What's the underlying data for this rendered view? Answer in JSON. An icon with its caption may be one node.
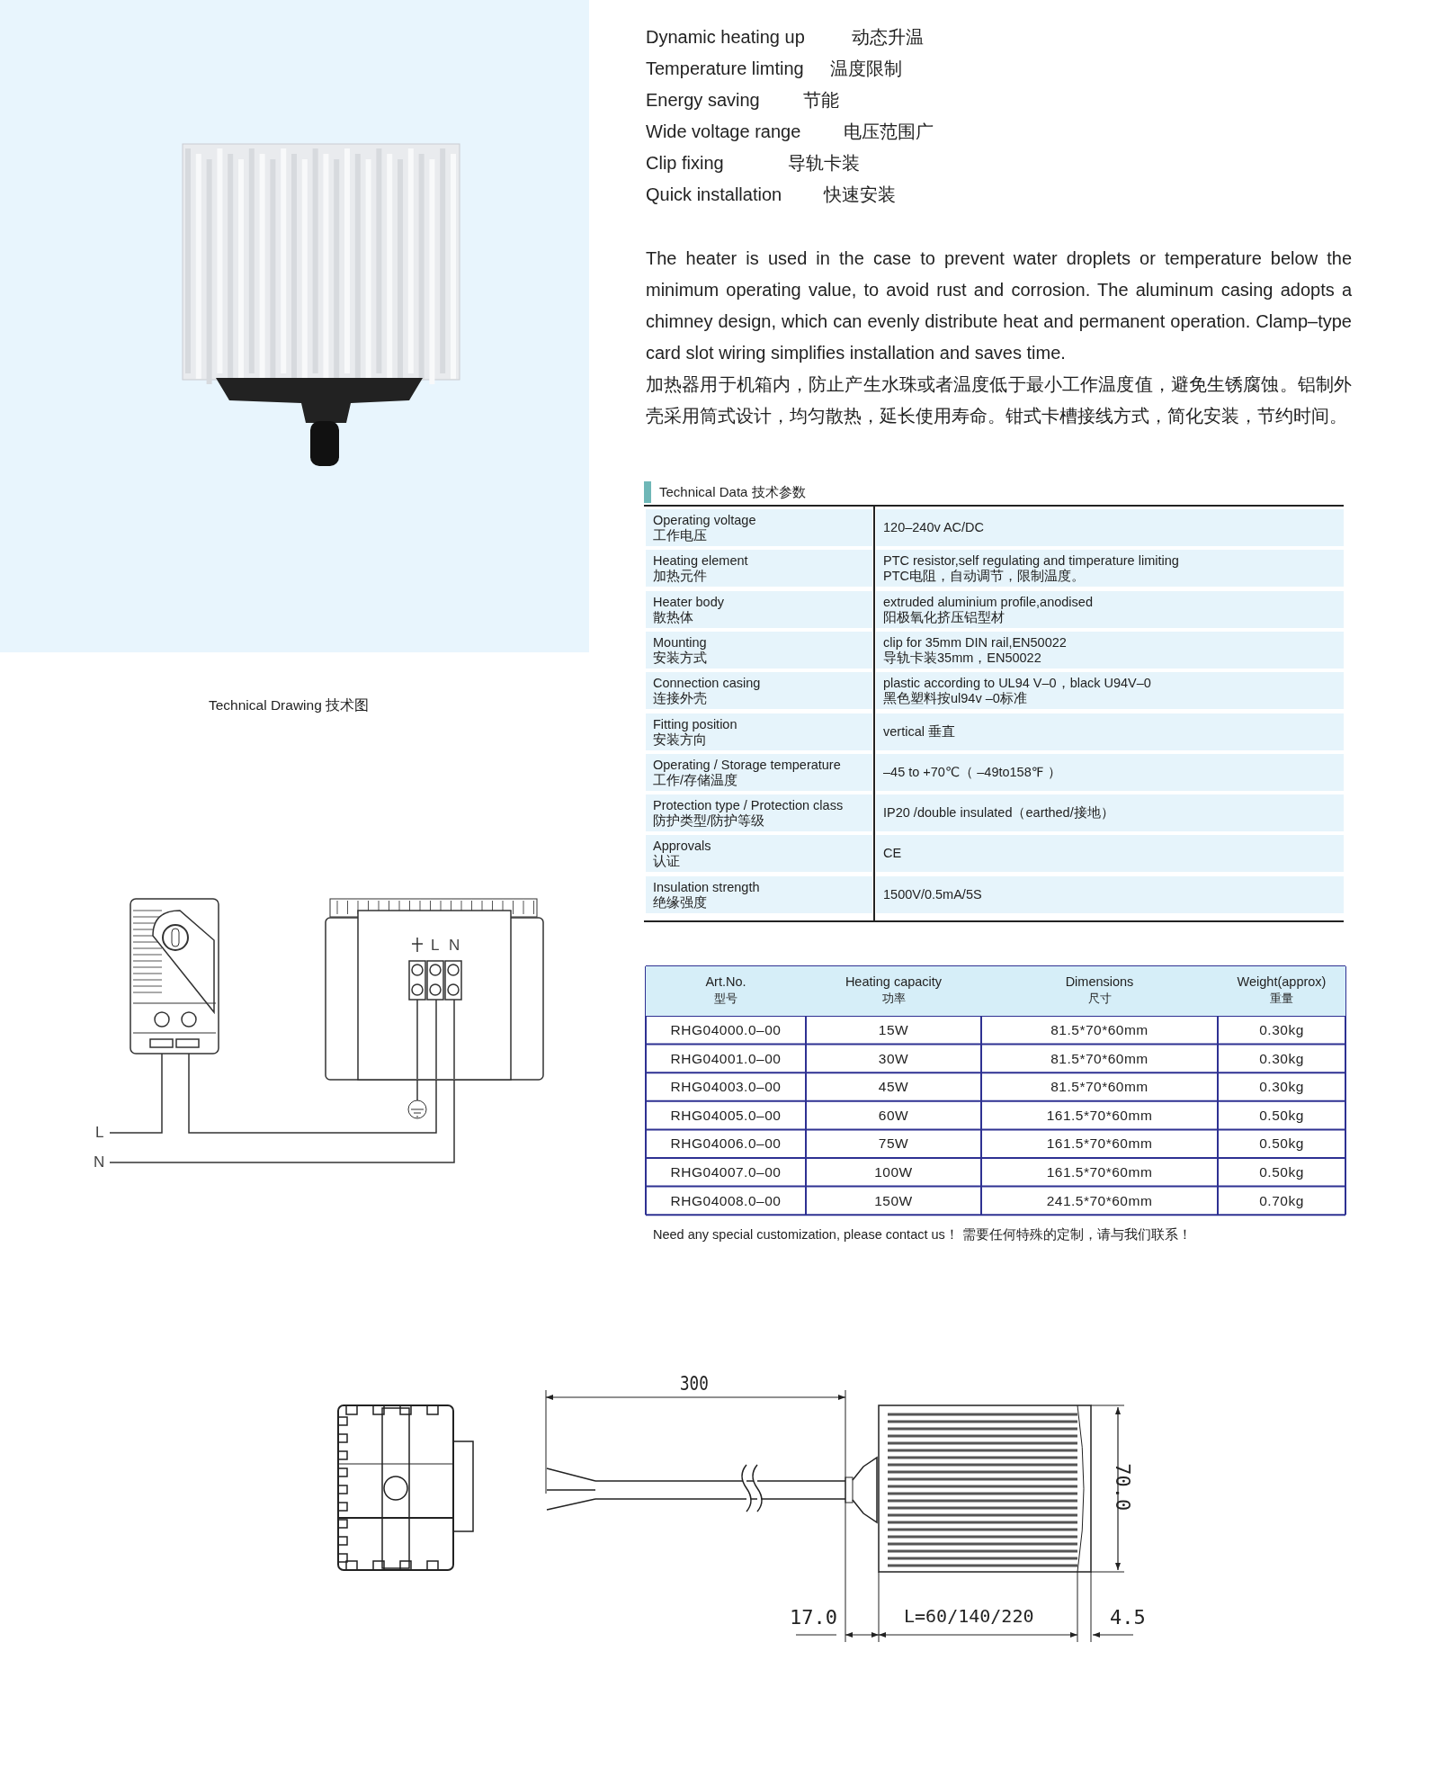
{
  "diagram": {
    "nodes": [
      {
        "text": [],
        "shape": "picture"
      },
      {
        "text": [],
        "shape": "picture"
      },
      {
        "text": [],
        "shape": "circle"
      },
      {
        "text": [
          "L"
        ]
      },
      {
        "text": [
          "N"
        ]
      }
    ],
    "edges": [
      {
        "from": 3,
        "to": 0,
        "arrow": "none"
      },
      {
        "from": 0,
        "to": 1,
        "arrow": "none"
      },
      {
        "from": 4,
        "to": 1,
        "arrow": "none"
      },
      {
        "from": 1,
        "to": 2,
        "arrow": "none"
      }
    ],
    "labels": [
      "Dynamic heating up",
      "动态升温",
      "Temperature limting",
      "温度限制",
      "Energy saving",
      "节能",
      "Wide voltage range",
      "电压范围广",
      "Clip fixing",
      "导轨卡装",
      "Quick installation",
      "快速安装",
      "The heater is used in the case to prevent water droplets or temperature below the minimum operating value, to avoid rust and corrosion. The aluminum casing adopts a chimney design, which can evenly distribute heat and permanent operation. Clamp–type card slot wiring simplifies installation and saves time.",
      "加热器用于机箱内，防止产生水珠或者温度低于最小工作温度值，避免生锈腐蚀。铝制外壳采用筒式设计，均匀散热，延长使用寿命。钳式卡槽接线方式，简化安装，节约时间。",
      "Technical Data 技术参数",
      "Operating voltage",
      "工作电压",
      "120–240v AC/DC",
      "Heating element",
      "加热元件",
      "PTC resistor,self regulating and timperature limiting",
      "PTC电阻，自动调节，限制温度。",
      "Heater body",
      "散热体",
      "extruded  aluminium  profile,anodised",
      "阳极氧化挤压铝型材",
      "Mounting",
      "安装方式",
      "clip for 35mm DIN rail,EN50022",
      "导轨卡装35mm，EN50022",
      "Connection casing",
      "连接外壳",
      "plastic according to UL94 V–0，black U94V–0",
      "黑色塑料按ul94v –0标准",
      "Fitting position",
      "安装方向",
      "vertical 垂直",
      "Operating / Storage temperature",
      "工作/存储温度",
      "–45 to +70℃（ –49to158℉ ）",
      "Protection type / Protection class",
      "防护类型/防护等级",
      "IP20 /double insulated（earthed/接地）",
      "Approvals",
      "认证",
      "CE",
      "Insulation strength",
      "绝缘强度",
      "1500V/0.5mA/5S",
      "Art.No.",
      "型号",
      "Heating capacity",
      "功率",
      "Dimensions",
      "尺寸",
      "Weight(approx)",
      "重量",
      "RHG04000.0–00",
      "15W",
      "81.5*70*60mm",
      "0.30kg",
      "RHG04001.0–00",
      "30W",
      "81.5*70*60mm",
      "0.30kg",
      "RHG04003.0–00",
      "45W",
      "81.5*70*60mm",
      "0.30kg",
      "RHG04005.0–00",
      "60W",
      "161.5*70*60mm",
      "0.50kg",
      "RHG04006.0–00",
      "75W",
      "161.5*70*60mm",
      "0.50kg",
      "RHG04007.0–00",
      "100W",
      "161.5*70*60mm",
      "0.50kg",
      "RHG04008.0–00",
      "150W",
      "241.5*70*60mm",
      "0.70kg",
      "Need any special customization, please contact us！ 需要任何特殊的定制，请与我们联系！",
      "Technical Drawing 技术图",
      "L",
      "N",
      "300",
      "70.0",
      "17.0",
      "L=60/140/220",
      "4.5"
    ]
  }
}
